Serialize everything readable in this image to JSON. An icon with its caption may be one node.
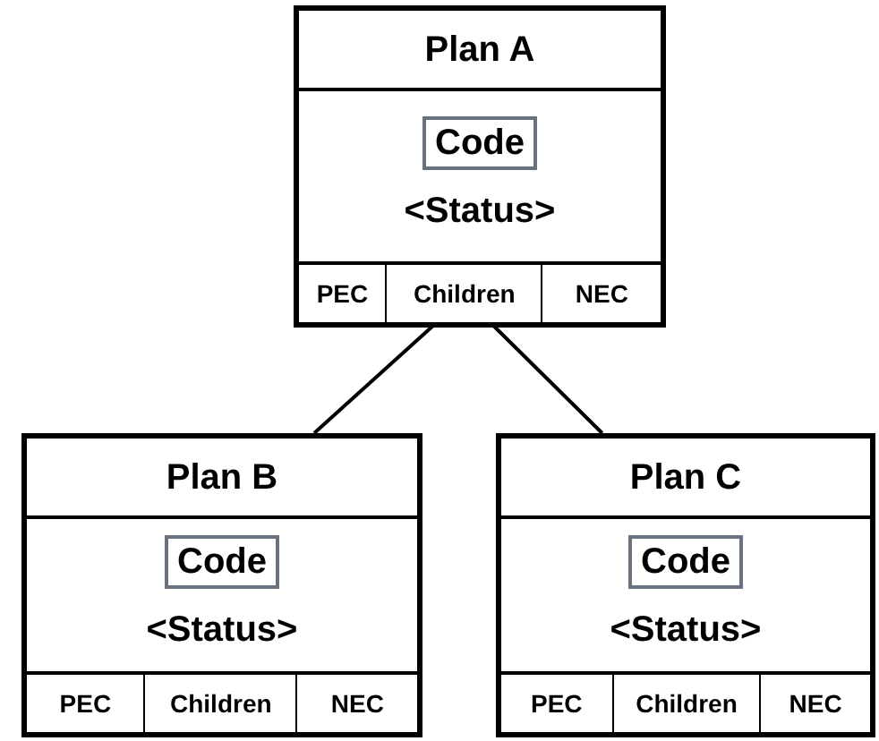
{
  "diagram": {
    "nodes": [
      {
        "text": [
          "Plan A",
          "<Status>"
        ]
      },
      {
        "text": [
          "Code"
        ],
        "in": 0
      },
      {
        "text": [
          "PEC"
        ],
        "in": 0
      },
      {
        "text": [
          "Children"
        ],
        "in": 0
      },
      {
        "text": [
          "NEC"
        ],
        "in": 0
      },
      {
        "text": [
          "Plan B",
          "<Status>"
        ]
      },
      {
        "text": [
          "Code"
        ],
        "in": 5
      },
      {
        "text": [
          "PEC"
        ],
        "in": 5
      },
      {
        "text": [
          "Children"
        ],
        "in": 5
      },
      {
        "text": [
          "NEC"
        ],
        "in": 5
      },
      {
        "text": [
          "Plan C",
          "<Status>"
        ]
      },
      {
        "text": [
          "Code"
        ],
        "in": 10
      },
      {
        "text": [
          "PEC"
        ],
        "in": 10
      },
      {
        "text": [
          "Children"
        ],
        "in": 10
      },
      {
        "text": [
          "NEC"
        ],
        "in": 10
      }
    ],
    "edges": [
      {
        "from": 3,
        "to": 5,
        "arrow": "none"
      },
      {
        "from": 3,
        "to": 10,
        "arrow": "none"
      }
    ]
  }
}
